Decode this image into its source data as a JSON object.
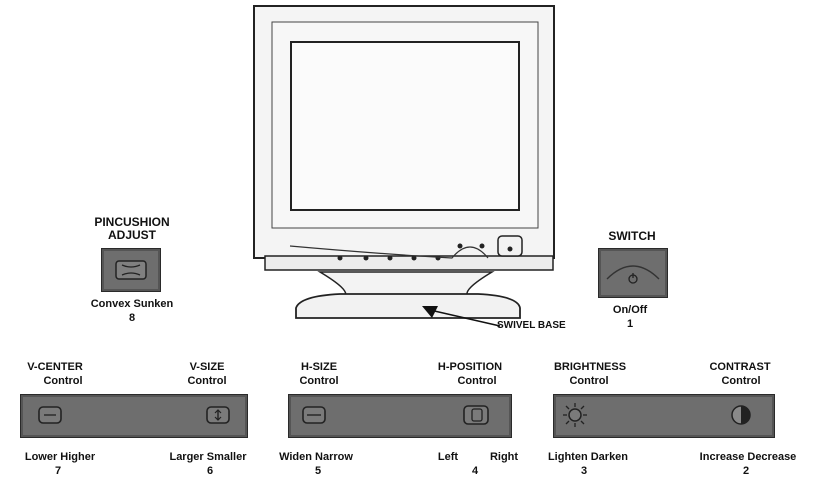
{
  "pincushion": {
    "title_line1": "PINCUSHION",
    "title_line2": "ADJUST",
    "options": "Convex Sunken",
    "number": "8"
  },
  "switch": {
    "title": "SWITCH",
    "function": "On/Off",
    "number": "1"
  },
  "swivel_base_label": "SWIVEL BASE",
  "controls": [
    {
      "name": "V-CENTER",
      "sub": "Control",
      "options": "Lower Higher",
      "number": "7"
    },
    {
      "name": "V-SIZE",
      "sub": "Control",
      "options": "Larger Smaller",
      "number": "6"
    },
    {
      "name": "H-SIZE",
      "sub": "Control",
      "options": "Widen Narrow",
      "number": "5"
    },
    {
      "name": "H-POSITION",
      "sub": "Control",
      "options_left": "Left",
      "options_right": "Right",
      "number": "4"
    },
    {
      "name": "BRIGHTNESS",
      "sub": "Control",
      "options": "Lighten Darken",
      "number": "3"
    },
    {
      "name": "CONTRAST",
      "sub": "Control",
      "options": "Increase Decrease",
      "number": "2"
    }
  ]
}
